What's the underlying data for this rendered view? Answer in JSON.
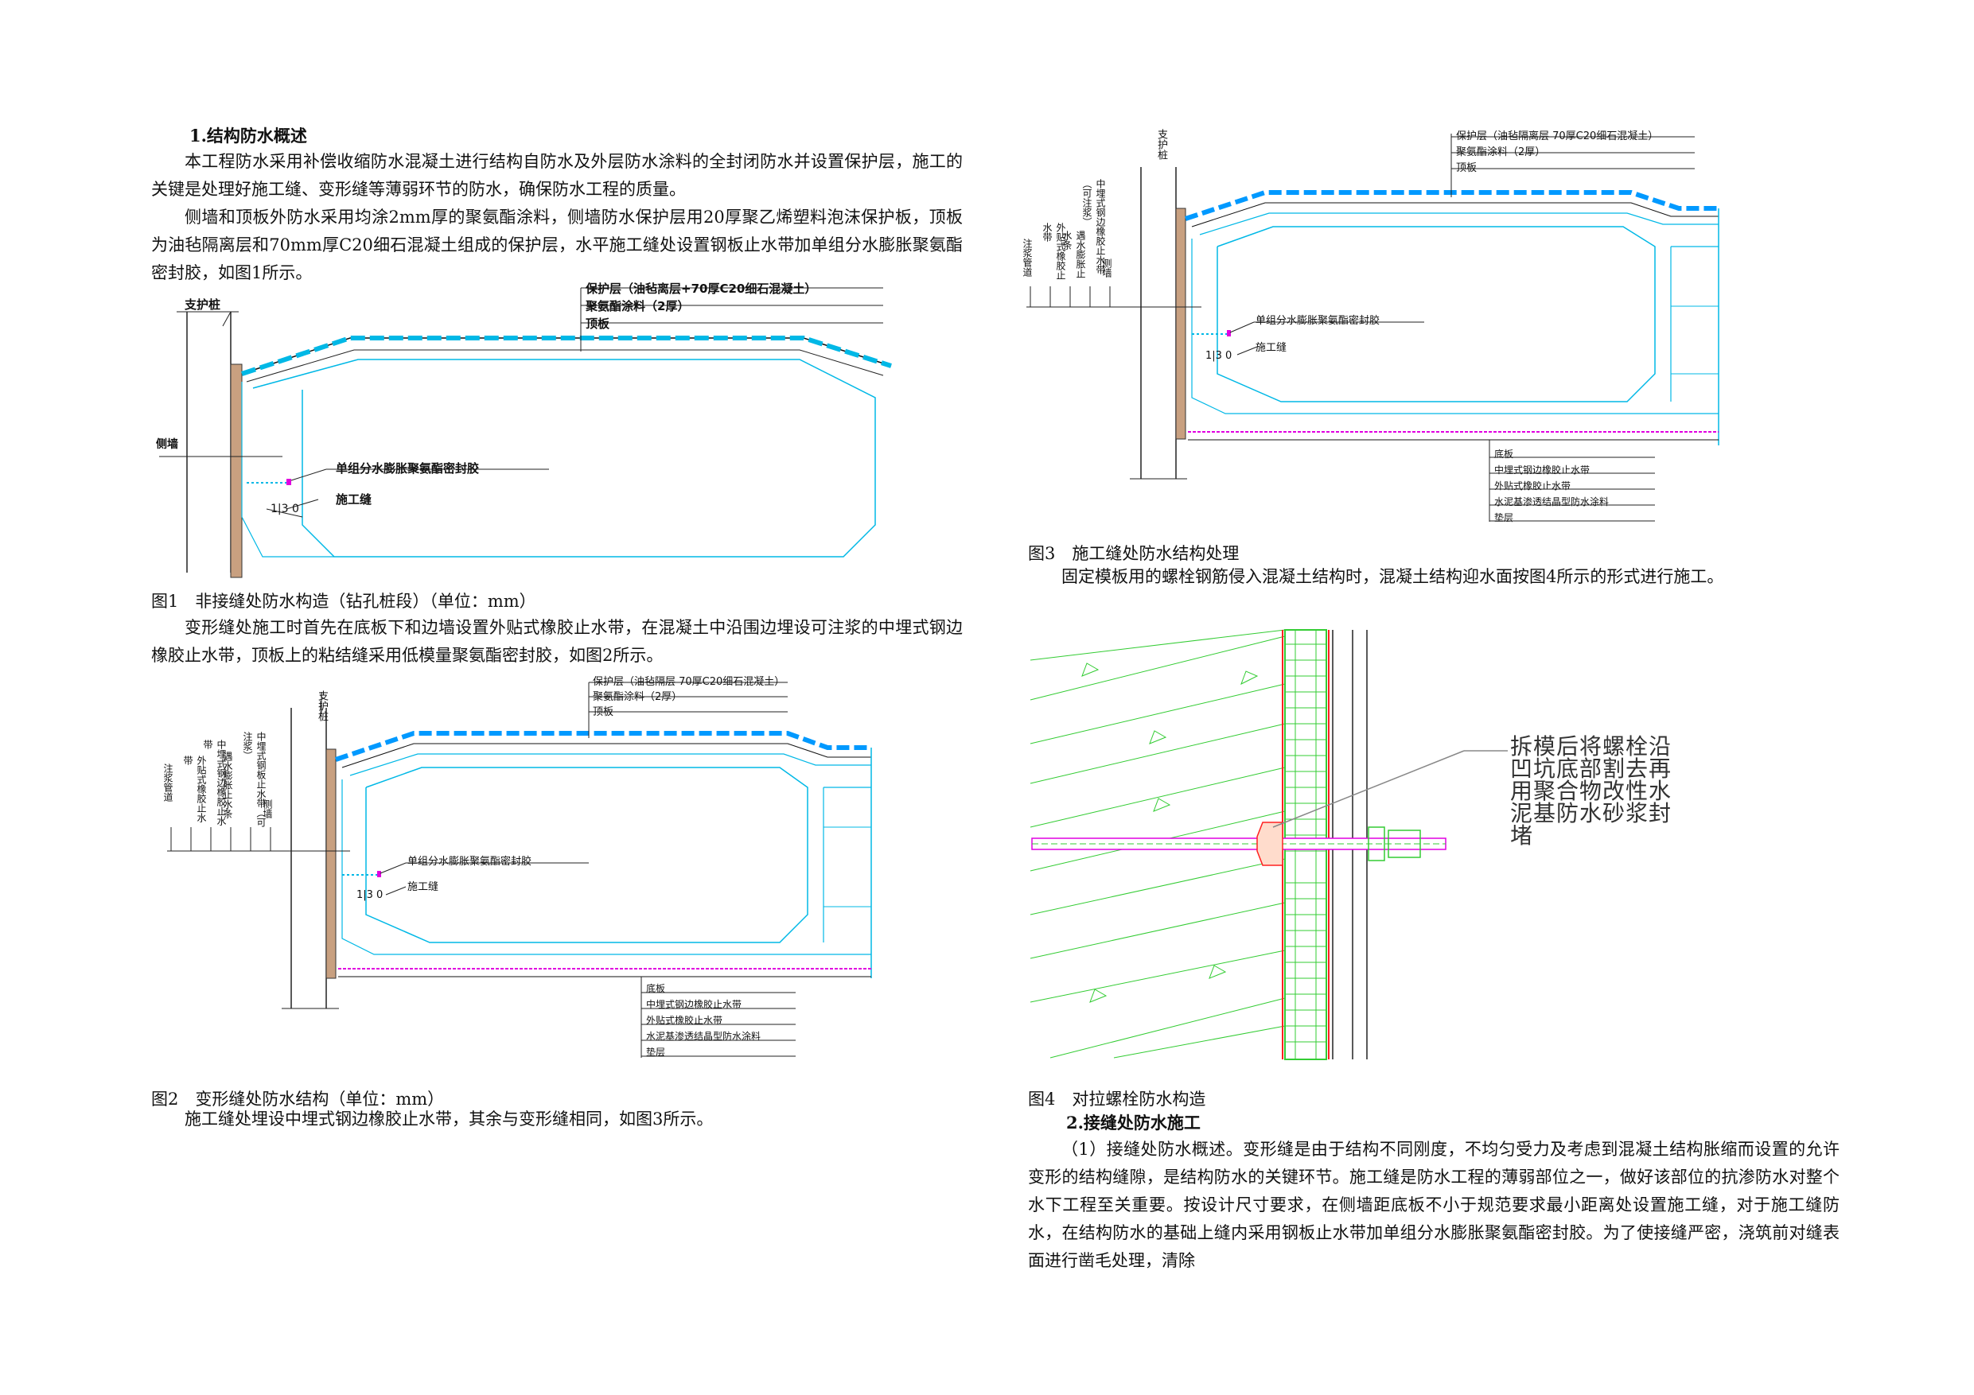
{
  "left": {
    "h1": "1.结构防水概述",
    "p1": "本工程防水采用补偿收缩防水混凝土进行结构自防水及外层防水涂料的全封闭防水并设置保护层，施工的关键是处理好施工缝、变形缝等薄弱环节的防水，确保防水工程的质量。",
    "p2": "侧墙和顶板外防水采用均涂2mm厚的聚氨酯涂料，侧墙防水保护层用20厚聚乙烯塑料泡沫保护板，顶板为油毡隔离层和70mm厚C20细石混凝土组成的保护层，水平施工缝处设置钢板止水带加单组分水膨胀聚氨酯密封胶，如图1所示。",
    "fig1": {
      "caption": "图1　非接缝处防水构造（钻孔桩段）（单位：mm）",
      "label_pile": "支护桩",
      "label_wall": "侧墙",
      "label_protect": "保护层（油毡离层+70厚C20细石混凝土）",
      "label_coating": "聚氨酯涂料（2厚）",
      "label_roof": "顶板",
      "label_sealant": "单组分水膨胀聚氨酯密封胶",
      "label_joint": "施工缝",
      "dim": "1|3 0"
    },
    "p3": "变形缝处施工时首先在底板下和边墙设置外贴式橡胶止水带，在混凝土中沿围边埋设可注浆的中埋式钢边橡胶止水带，顶板上的粘结缝采用低模量聚氨酯密封胶，如图2所示。",
    "fig2": {
      "caption": "图2　变形缝处防水结构（单位：mm）",
      "label_pile": "支护桩",
      "label_protect": "保护层（油毡隔层 70厚C20细石混凝土）",
      "label_coating": "聚氨酯涂料（2厚）",
      "label_roof": "顶板",
      "left_labels": [
        "注浆管道",
        "外贴式橡胶止水带",
        "中埋式钢边橡胶止水带",
        "遇水膨胀止水条",
        "中埋式钢板止水带（可注浆）",
        "侧墙"
      ],
      "label_sealant": "单组分水膨胀聚氨酯密封胶",
      "label_joint": "施工缝",
      "dim": "1|3 0",
      "bottom_labels": [
        "底板",
        "中埋式钢边橡胶止水带",
        "外贴式橡胶止水带",
        "水泥基渗透结晶型防水涂料",
        "垫层"
      ]
    },
    "p4": "施工缝处埋设中埋式钢边橡胶止水带，其余与变形缝相同，如图3所示。"
  },
  "right": {
    "fig3": {
      "caption": "图3　施工缝处防水结构处理",
      "label_pile": "支护桩",
      "label_protect": "保护层（油毡隔离层 70厚C20细石混凝土）",
      "label_coating": "聚氨酯涂料（2厚）",
      "label_roof": "顶板",
      "left_labels": [
        "注浆管道",
        "外贴式橡胶止水带",
        "遇水膨胀止水条",
        "中埋式钢边橡胶止水带（可注浆）",
        "侧墙"
      ],
      "label_sealant": "单组分水膨胀聚氨酯密封胶",
      "label_joint": "施工缝",
      "dim": "1|3 0",
      "bottom_labels": [
        "底板",
        "中埋式钢边橡胶止水带",
        "外贴式橡胶止水带",
        "水泥基渗透结晶型防水涂料",
        "垫层"
      ]
    },
    "p5": "固定模板用的螺栓钢筋侵入混凝土结构时，混凝土结构迎水面按图4所示的形式进行施工。",
    "fig4": {
      "caption": "图4　对拉螺栓防水构造",
      "note_lines": [
        "拆模后将螺栓沿",
        "凹坑底部割去再",
        "用聚合物改性水",
        "泥基防水砂浆封",
        "堵"
      ]
    },
    "h2": "2.接缝处防水施工",
    "p6": "（1）接缝处防水概述。变形缝是由于结构不同刚度，不均匀受力及考虑到混凝土结构胀缩而设置的允许变形的结构缝隙，是结构防水的关键环节。施工缝是防水工程的薄弱部位之一，做好该部位的抗渗防水对整个水下工程至关重要。按设计尺寸要求，在侧墙距底板不小于规范要求最小距离处设置施工缝，对于施工缝防水，在结构防水的基础上缝内采用钢板止水带加单组分水膨胀聚氨酯密封胶。为了使接缝严密，浇筑前对缝表面进行凿毛处理，清除"
  },
  "colors": {
    "cyan": "#00b8e6",
    "blue": "#0099ff",
    "magenta": "#e000e0",
    "green": "#33cc33",
    "red": "#ff2020"
  }
}
